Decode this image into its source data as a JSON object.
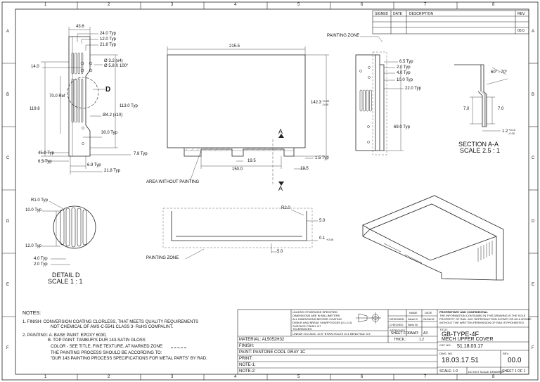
{
  "zones": {
    "cols": [
      "1",
      "2",
      "3",
      "4",
      "5",
      "6",
      "7",
      "8"
    ],
    "rows": [
      "A",
      "B",
      "C",
      "D",
      "E",
      "F"
    ]
  },
  "revision_table": {
    "signed": "SIGNED",
    "date": "DATE",
    "description": "DESCRIPTION",
    "rev": "REV.",
    "rev_value": "00.0"
  },
  "view_top": {
    "dims": {
      "d43_6": "43.6",
      "d24_0": "24.0 Typ",
      "d12_0": "12.0 Typ",
      "d21_8": "21.8 Typ",
      "d14_0": "14.0",
      "d3_2": "Ø 3.2 (x4)",
      "d5_8": "Ø 5.8 X 100°",
      "d70_0": "70.0 Ref",
      "detail_d": "D",
      "d119_8": "119.8",
      "d113_0": "113.0 Typ",
      "d4_2": "Ø4.2 (x10)",
      "d30_0": "30.0 Typ",
      "d45_0": "45.0 Typ",
      "d7_8": "7.8 Typ",
      "d6_5": "6.5 Typ",
      "d6_9": "6.9 Typ",
      "d21_8b": "21.8 Typ"
    }
  },
  "view_front": {
    "d215_5": "215.5",
    "d142_3": "142.3",
    "d142_3_tol": "+0.50 -0.00",
    "d19_5a": "19.5",
    "d150_0": "150.0",
    "d19_5b": "19.5",
    "d1_5": "1.5 Typ",
    "area_label": "AREA WITHOUT PAINTING",
    "section_a1": "A",
    "section_a2": "A"
  },
  "view_side": {
    "painting_zone": "PAINTING ZONE",
    "d6_5": "6.5 Typ",
    "d2_0": "2.0 Typ",
    "d4_0": "4.0 Typ",
    "d10_0": "10.0 Typ",
    "d22_0": "22.0 Typ",
    "d69_0": "69.0 Typ"
  },
  "section_aa": {
    "angle": "60° - 70°",
    "d7_0a": "7.0",
    "d7_0b": "7.0",
    "d1_2": "1.2",
    "d1_2_tol": "+0.10 -0.00",
    "title": "SECTION A-A",
    "scale": "SCALE 2.5 : 1"
  },
  "detail_d": {
    "r1_0": "R1.0 Typ",
    "d10_0": "10.0 Typ",
    "d12_0": "12.0 Typ",
    "d4_0": "4.0 Typ",
    "d2_0": "2.0 Typ",
    "title": "DETAIL D",
    "scale": "SCALE 1 : 1"
  },
  "view_bottom": {
    "r2_0": "R2.0",
    "d5_0a": "5.0",
    "d0_1": "0.1",
    "d0_1_tol": "+0.05",
    "d5_0b": "5.0",
    "painting_zone": "PAINTING ZONE"
  },
  "notes": {
    "heading": "NOTES:",
    "n1a": "1.  FINISH:  CONVERSION COATING CLORLESS, THAT MEETS QUALITY REQUIREMENTS",
    "n1b": "NOT CHEMICAL OF AMS-C-5541 CLASS 3- RoHS COMPALINT.",
    "n2a": "2. PAINTING: A.  BASE PAINT: EPOXY 6030,",
    "n2b": "B.  TOP PAINT: TAMBUR'S DUR 143-SATIN GLOSS",
    "n2c": "COLOR - SEE TITLE, FINE TEXTURE, AT MARKED ZONE:",
    "n2d": "THE PAINTING PROCESS SHOULD BE ACCORDING TO:",
    "n2e": "\"DUR 143 PAINTING PROCESS SPECIFICATIONS FOR METAL PARTS\" BY RAD."
  },
  "title_block": {
    "general": [
      "UNLESS OTHERWISE SPECIFIED:",
      "DIMENSIONS ARE IN MILLIMETERS",
      "ALL DIMENSIONS BEFORE COATING",
      "DEBUR AND BREAK SHARP EDGES (0.1-0.3)",
      "SURFACE FINISH: N7",
      "TOLERANCES:"
    ],
    "tolerances": "LINEAR  ±0.2  ANG.  ±0.5°  BTWN HOLES  ±0.1   BEND RAD.  0.5",
    "name": "NAME",
    "date": "DATE",
    "designed": "DESIGNED",
    "designed_name": "Albert K.",
    "designed_date": "24/06/16",
    "checked": "CHECKED",
    "checked_name": "Niels W.",
    "approved": "APPROVED",
    "sheet_format": "SHEET FORMAT:",
    "sheet_format_value": "A3",
    "thick": "THICK.:",
    "thick_value": "1.2",
    "material": "MATERIAL: AL5052H32",
    "finish": "FINISH:",
    "paint": "PAINT:   PANTONE COOL GRAY 1C",
    "print": "PRINT:",
    "note1": "NOTE-1:",
    "note2": "NOTE-2:",
    "proprietary_head": "PROPRIETARY AND CONFIDENTIAL",
    "proprietary": [
      "THE INFORMATION CONTAINED IN THIS DRAWING IS THE SOLE",
      "PROPERTY OF RAD.  ANY REPRODUCTION IN PART OR AS A WHOLE",
      "WITHOUT THE WRITTEN PERMISSION OF RAD IS PROHIBITED."
    ],
    "title_label": "TITLE:",
    "title1": "GB-TYPE-4F",
    "title2": "MECH UPPER COVER",
    "cat_label": "CAT. NO.",
    "cat_value": "51.18.03.17",
    "dwg_label": "DWG. NO.",
    "dwg_value": "18.03.17.51",
    "rev_label": "REV.",
    "rev_value": "00.0",
    "scale": "SCALE:  1:2",
    "no_scale": "DO NOT SCALE DRAWING",
    "sheet": "SHEET  1  OF  1"
  }
}
